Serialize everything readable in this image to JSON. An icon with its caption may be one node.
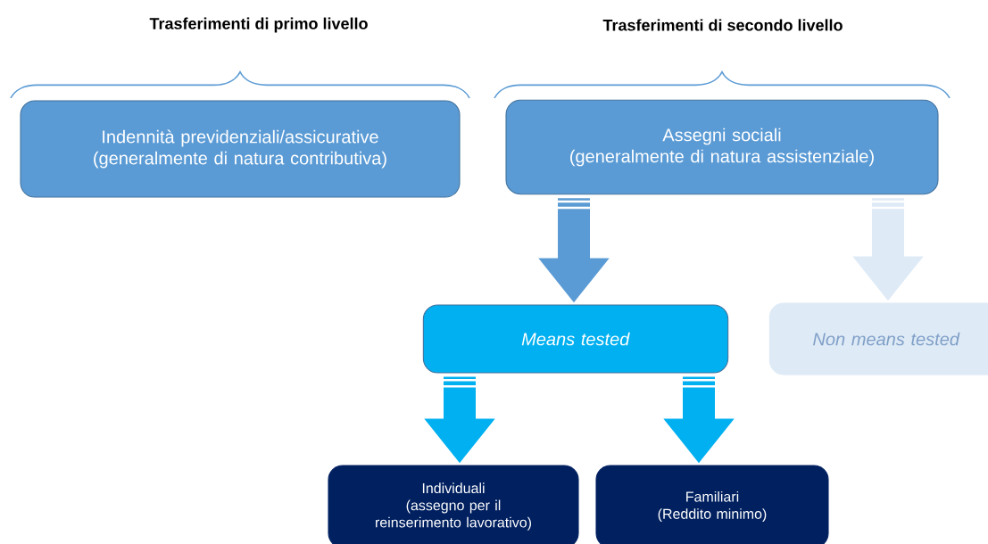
{
  "diagram": {
    "nodes": [
      {
        "text": [
          "Indennità previdenziali/assicurative",
          "(generalmente di natura contributiva)"
        ]
      },
      {
        "text": [
          "Assegni sociali",
          "(generalmente di natura  assistenziale)"
        ]
      },
      {
        "text": [
          "*Means tested*"
        ]
      },
      {
        "text": [
          "*Non means tested*"
        ]
      },
      {
        "text": [
          "Individuali",
          "(assegno per il reinserimento lavorativo)"
        ]
      },
      {
        "text": [
          "Familiari",
          "(Reddito minimo)"
        ]
      }
    ],
    "edges": [
      {
        "from": 1,
        "to": 2,
        "arrow": "to",
        "color": "#5b9bd5"
      },
      {
        "from": 1,
        "to": 3,
        "arrow": "to",
        "color": "#deeaf6"
      },
      {
        "from": 2,
        "to": 4,
        "arrow": "to",
        "color": "#00b0f0"
      },
      {
        "from": 2,
        "to": 5,
        "arrow": "to",
        "color": "#00b0f0"
      }
    ],
    "labels": [
      "Trasferimenti di primo livello",
      "Trasferimenti di secondo livello"
    ]
  }
}
